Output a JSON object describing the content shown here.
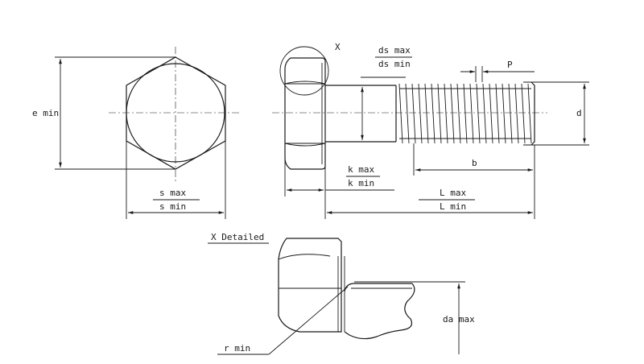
{
  "labels": {
    "e_min": "e min",
    "s_max": "s max",
    "s_min": "s min",
    "x_mark": "X",
    "ds_max": "ds max",
    "ds_min": "ds min",
    "p": "P",
    "d": "d",
    "k_max": "k max",
    "k_min": "k min",
    "b": "b",
    "l_max": "L max",
    "l_min": "L min",
    "x_detailed": "X Detailed",
    "da_max": "da max",
    "r_min": "r min"
  }
}
